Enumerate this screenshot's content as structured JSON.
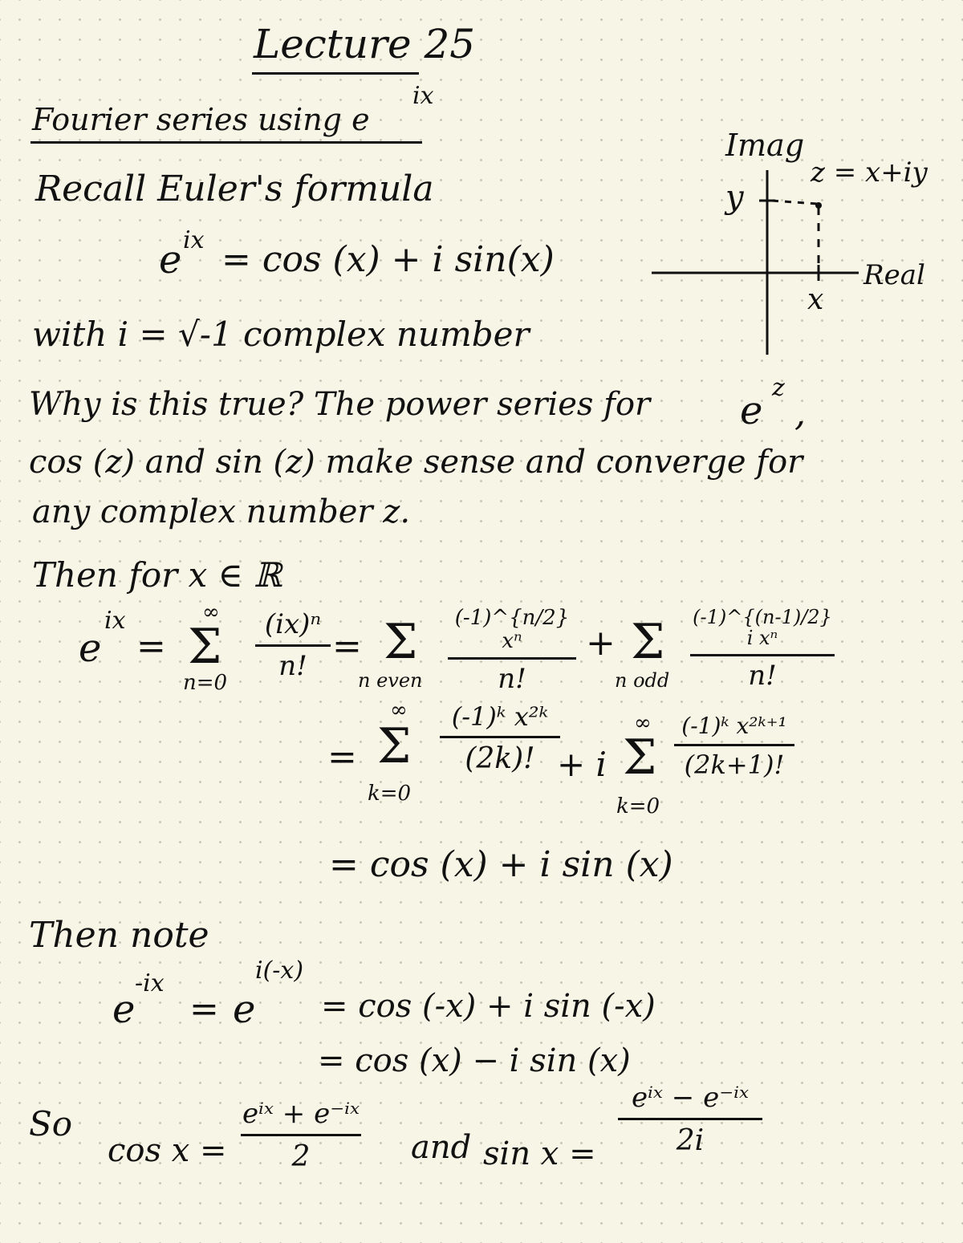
{
  "title": "Lecture 25",
  "heading": {
    "text": "Fourier series using e",
    "exponent": "ix"
  },
  "recall": "Recall Euler's formula",
  "euler": {
    "lhs": "e",
    "lhs_exp": "ix",
    "rhs": "= cos (x) + i sin(x)"
  },
  "with_line": "with  i = √-1  complex number",
  "why_lines": [
    "Why is this true?  The power series for",
    "cos (z)  and  sin (z)  make sense and converge for",
    "any complex number  z."
  ],
  "why_ez": {
    "base": "e",
    "exp": "z",
    "comma": ","
  },
  "then_for": "Then for  x ∈ ℝ",
  "series": {
    "lhs_base": "e",
    "lhs_exp": "ix",
    "eq": "=",
    "sum_sym": "Σ",
    "sum_upper": "∞",
    "sum_lower": "n=0",
    "frac1_num": "(ix)ⁿ",
    "frac1_den": "n!",
    "eq2": "=",
    "sum2_lower": "n even",
    "frac2_num": "(-1)^{n/2} xⁿ",
    "frac2_den": "n!",
    "plus": "+",
    "sum3_lower": "n odd",
    "frac3_num": "(-1)^{(n-1)/2} i xⁿ",
    "frac3_den": "n!"
  },
  "series2": {
    "eq": "=",
    "sum_upper": "∞",
    "sum_lower": "k=0",
    "frac1_num": "(-1)ᵏ x²ᵏ",
    "frac1_den": "(2k)!",
    "plus_i": "+ i",
    "sum2_upper": "∞",
    "sum2_lower": "k=0",
    "frac2_num": "(-1)ᵏ x²ᵏ⁺¹",
    "frac2_den": "(2k+1)!"
  },
  "series3": "= cos (x)  + i sin (x)",
  "then_note": "Then note",
  "neg": {
    "lhs_base": "e",
    "lhs_exp": "-ix",
    "eq": "=",
    "mid_base": "e",
    "mid_exp": "i(-x)",
    "rhs": "= cos (-x) + i sin (-x)",
    "line2": "= cos (x)  −  i sin (x)"
  },
  "so": {
    "label": "So",
    "cos_lhs": "cos x =",
    "cos_num": "eⁱˣ + e⁻ⁱˣ",
    "cos_den": "2",
    "and": "and",
    "sin_lhs": "sin x =",
    "sin_num": "eⁱˣ − e⁻ⁱˣ",
    "sin_den": "2i"
  },
  "diagram": {
    "imag_label": "Imag",
    "real_label": "Real",
    "point_label": "z = x+iy",
    "y_label": "y",
    "x_label": "x"
  }
}
